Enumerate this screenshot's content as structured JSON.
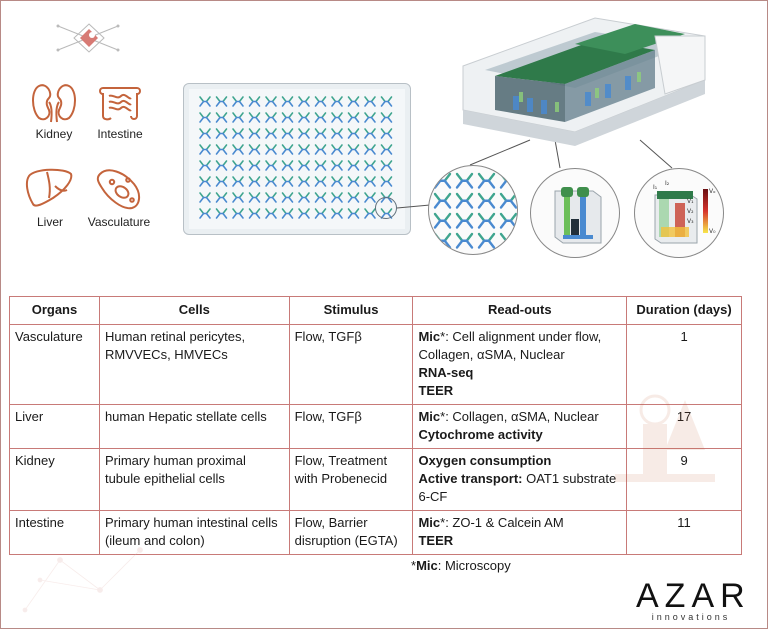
{
  "organs": [
    {
      "label": "Kidney",
      "icon": "kidney-icon"
    },
    {
      "label": "Intestine",
      "icon": "intestine-icon"
    },
    {
      "label": "Liver",
      "icon": "liver-icon"
    },
    {
      "label": "Vasculature",
      "icon": "vasculature-icon"
    }
  ],
  "colors": {
    "accent": "#c4643c",
    "table_border": "#c87a78",
    "channel_teal": "#3fa58f",
    "channel_blue": "#4a8ad0",
    "device_green": "#2f7a4a"
  },
  "table": {
    "headers": {
      "organs": "Organs",
      "cells": "Cells",
      "stimulus": "Stimulus",
      "readouts": "Read-outs",
      "duration": "Duration (days)"
    },
    "rows": [
      {
        "organ": "Vasculature",
        "cells": "Human retinal pericytes, RMVVECs, HMVECs",
        "stimulus": "Flow, TGFβ",
        "readout_lines": [
          {
            "bold": "Mic",
            "text": "*: Cell alignment under flow, Collagen, αSMA, Nuclear"
          },
          {
            "bold": "RNA-seq",
            "text": ""
          },
          {
            "bold": "TEER",
            "text": ""
          }
        ],
        "duration": "1"
      },
      {
        "organ": "Liver",
        "cells": "human Hepatic stellate cells",
        "stimulus": "Flow, TGFβ",
        "readout_lines": [
          {
            "bold": "Mic",
            "text": "*: Collagen, αSMA, Nuclear"
          },
          {
            "bold": "Cytochrome activity",
            "text": ""
          }
        ],
        "duration": "17"
      },
      {
        "organ": "Kidney",
        "cells": "Primary human proximal tubule epithelial cells",
        "stimulus": "Flow, Treatment with Probenecid",
        "readout_lines": [
          {
            "bold": "Oxygen consumption",
            "text": ""
          },
          {
            "bold": "Active transport:",
            "text": " OAT1 substrate 6-CF"
          }
        ],
        "duration": "9"
      },
      {
        "organ": "Intestine",
        "cells": "Primary human intestinal cells (ileum and colon)",
        "stimulus": "Flow, Barrier disruption (EGTA)",
        "readout_lines": [
          {
            "bold": "Mic",
            "text": "*: ZO-1 & Calcein AM"
          },
          {
            "bold": "TEER",
            "text": ""
          }
        ],
        "duration": "11"
      }
    ]
  },
  "footnote": {
    "prefix": "*",
    "bold": "Mic",
    "text": ": Microscopy"
  },
  "logo": {
    "main": "AZAR",
    "sub": "innovations"
  },
  "zoom_labels": {
    "i1": "I₁",
    "i2": "I₂",
    "v1": "V₁",
    "v2": "V₂",
    "v3": "V₃",
    "v_top": "Vₒ",
    "v_bottom": "V₀"
  }
}
